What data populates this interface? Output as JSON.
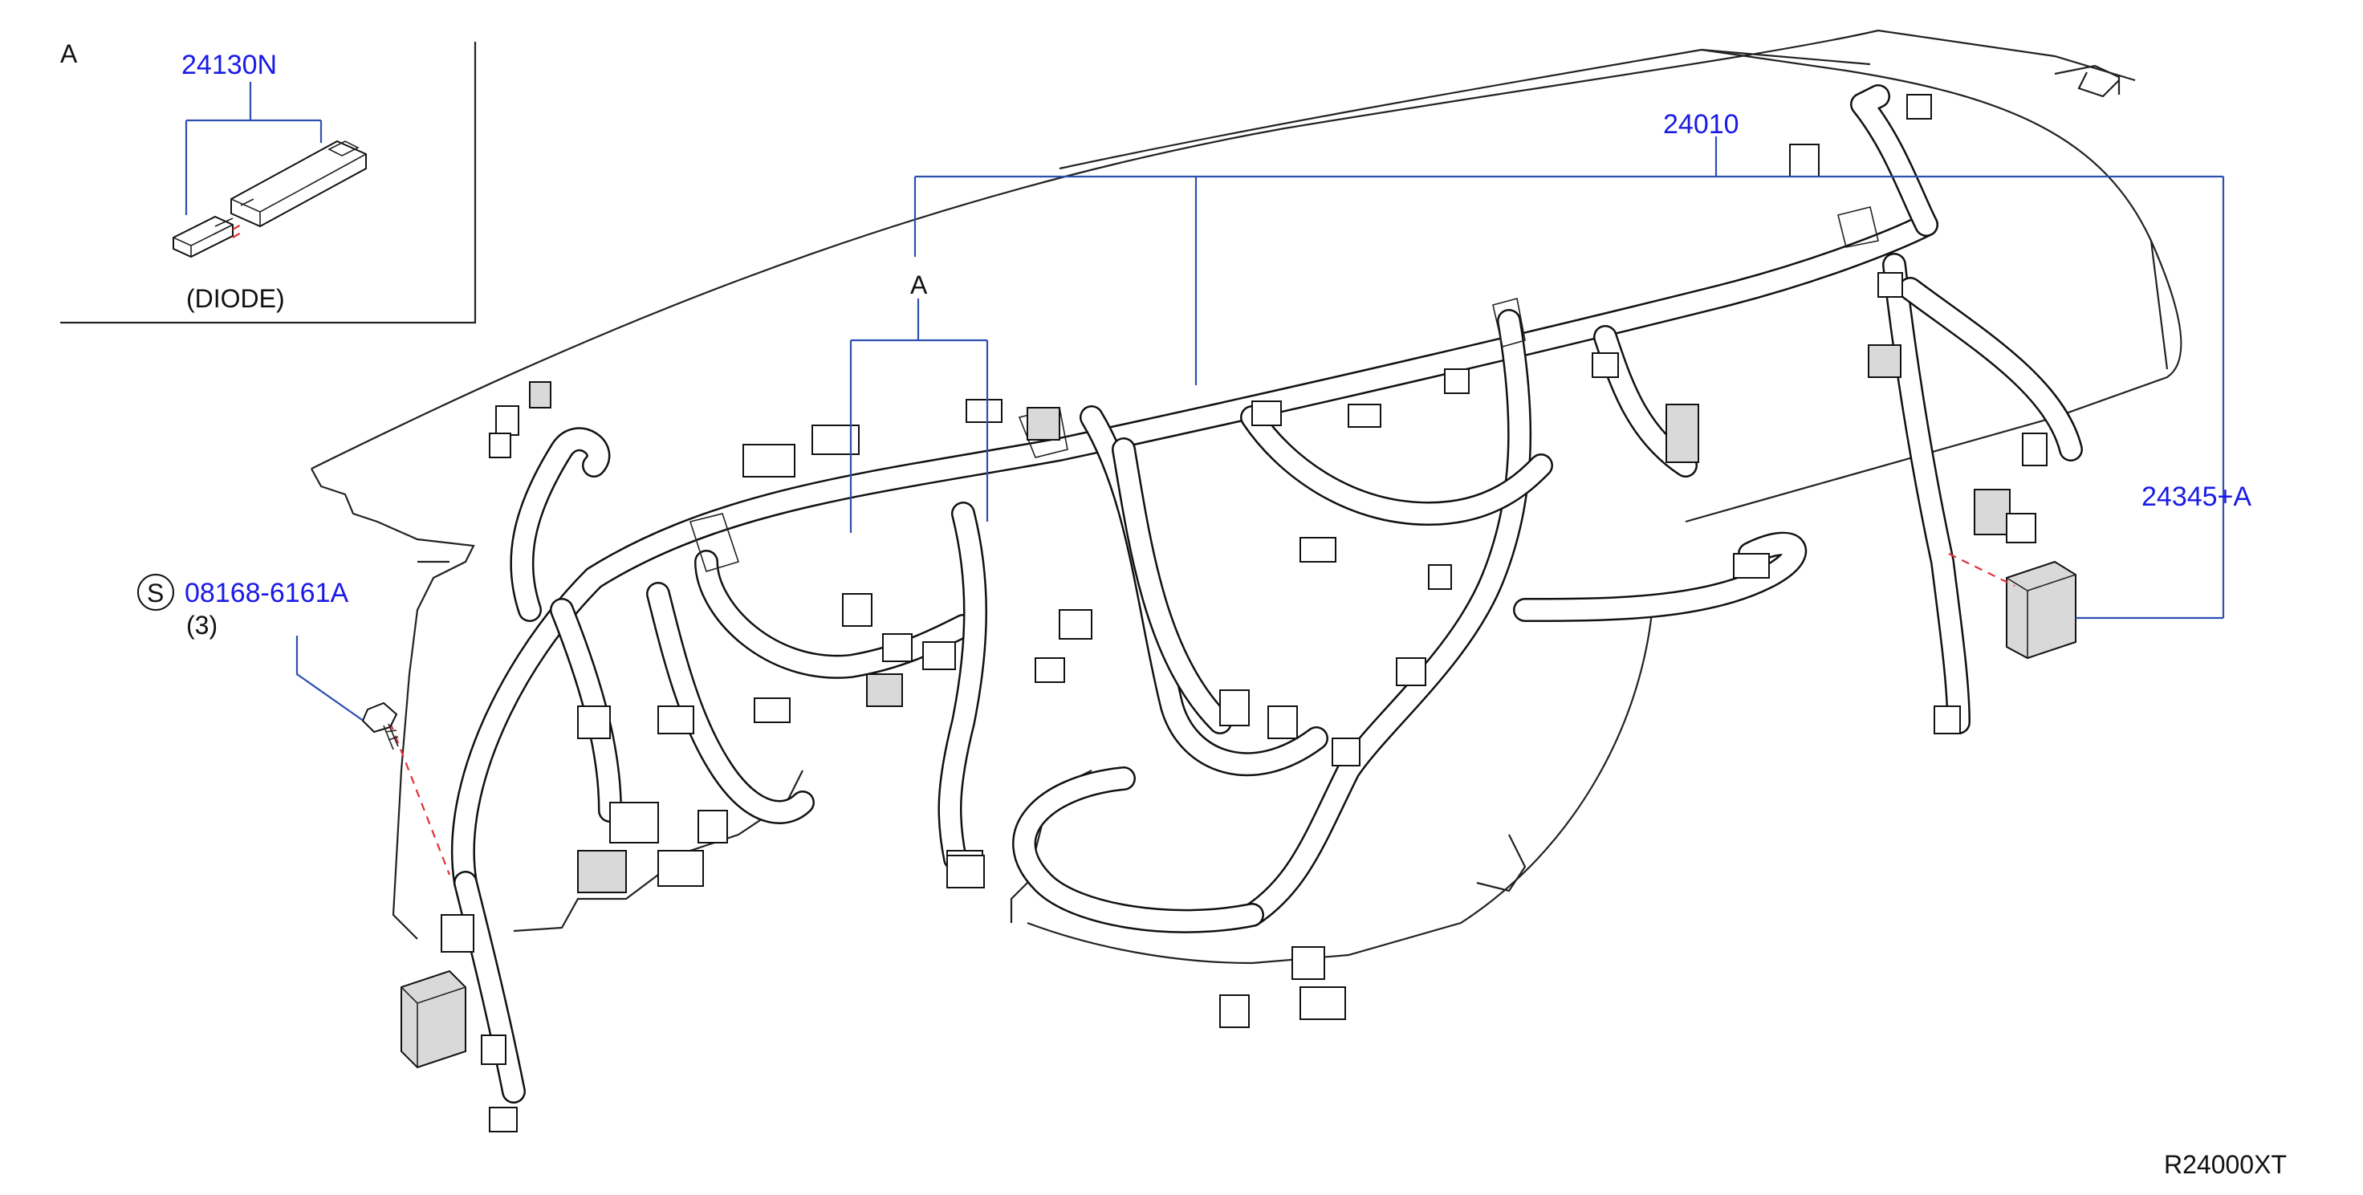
{
  "inset": {
    "view_letter": "A",
    "part_number": "24130N",
    "caption": "(DIODE)"
  },
  "callouts": {
    "main_harness": "24010",
    "view_ref": "A",
    "harness_sub": "24345+A",
    "bolt": {
      "symbol": "S",
      "part_number": "08168-6161A",
      "quantity": "(3)"
    }
  },
  "drawing_code": "R24000XT",
  "colors": {
    "part_label": "#1a1ae6",
    "leader_line": "#2d4fb0",
    "dashed_guide": "#e0303a",
    "line_art": "#111111"
  }
}
